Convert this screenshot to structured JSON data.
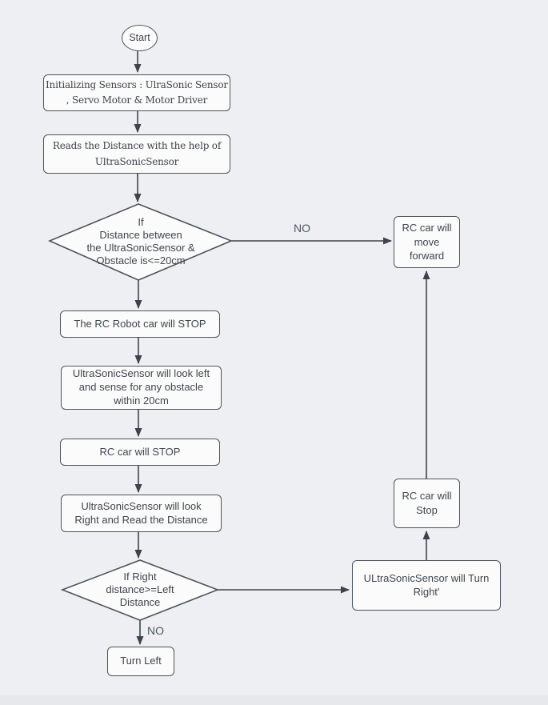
{
  "diagram_title": "RC robot car obstacle-avoidance flowchart",
  "colors": {
    "background": "#edeff3",
    "shape_fill": "#fbfbfb",
    "shape_border": "#4d545c",
    "connector": "#3c434b",
    "text": "#3f464e"
  },
  "nodes": {
    "start": {
      "label": "Start",
      "shape": "ellipse"
    },
    "init_sensors": {
      "label": "Initializing Sensors : UlraSonic Sensor\n, Servo Motor & Motor Driver",
      "shape": "rect"
    },
    "read_distance": {
      "label": "Reads the Distance with the help of\nUltraSonicSensor",
      "shape": "rect"
    },
    "distance_check": {
      "label": "If\nDistance between\nthe UltraSonicSensor &\nObstacle is<=20cm",
      "shape": "diamond"
    },
    "move_forward": {
      "label": "RC car will\nmove\nforward",
      "shape": "rect"
    },
    "robot_stop": {
      "label": "The RC Robot car will STOP",
      "shape": "rect"
    },
    "look_left": {
      "label": "UltraSonicSensor will look left\nand sense for any obstacle\nwithin 20cm",
      "shape": "rect"
    },
    "rc_stop": {
      "label": "RC car will STOP",
      "shape": "rect"
    },
    "look_right": {
      "label": "UltraSonicSensor will look\nRight and Read the Distance",
      "shape": "rect"
    },
    "right_check": {
      "label": "If Right\ndistance>=Left\nDistance",
      "shape": "diamond"
    },
    "turn_right": {
      "label": "ULtraSonicSensor will Turn\nRight'",
      "shape": "rect"
    },
    "rc_stop_2": {
      "label": "RC car will\nStop",
      "shape": "rect"
    },
    "turn_left": {
      "label": "Turn Left",
      "shape": "rect"
    }
  },
  "edge_labels": {
    "no_1": "NO",
    "no_2": "NO"
  }
}
